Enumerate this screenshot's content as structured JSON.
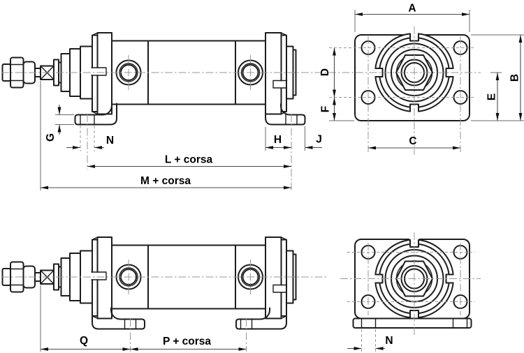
{
  "drawing": {
    "kind": "pneumatic-cylinder-dimension-drawing",
    "stroke_word": "corsa",
    "colors": {
      "outline": "#1c1c1c",
      "dimension": "#4a4a4a",
      "centerline": "#979797",
      "background": "#ffffff"
    },
    "views": {
      "top_side": {
        "dims": {
          "g": "G",
          "n": "N",
          "h": "H",
          "j": "J",
          "l": "L + corsa",
          "m": "M + corsa"
        }
      },
      "top_front": {
        "dims": {
          "a": "A",
          "b": "B",
          "c": "C",
          "d": "D",
          "e": "E",
          "f": "F"
        }
      },
      "bottom_side": {
        "dims": {
          "q": "Q",
          "p": "P + corsa"
        }
      },
      "bottom_front": {
        "dims": {
          "n": "N"
        }
      }
    }
  }
}
